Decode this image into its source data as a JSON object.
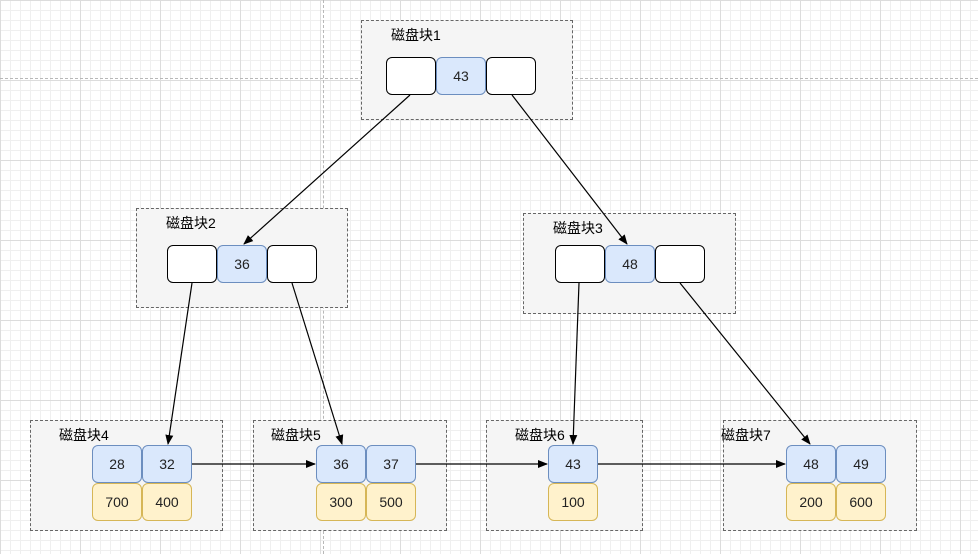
{
  "blocks": {
    "b1": {
      "label": "磁盘块1",
      "key": "43"
    },
    "b2": {
      "label": "磁盘块2",
      "key": "36"
    },
    "b3": {
      "label": "磁盘块3",
      "key": "48"
    },
    "b4": {
      "label": "磁盘块4",
      "keys": [
        "28",
        "32"
      ],
      "values": [
        "700",
        "400"
      ]
    },
    "b5": {
      "label": "磁盘块5",
      "keys": [
        "36",
        "37"
      ],
      "values": [
        "300",
        "500"
      ]
    },
    "b6": {
      "label": "磁盘块6",
      "keys": [
        "43"
      ],
      "values": [
        "100"
      ]
    },
    "b7": {
      "label": "磁盘块7",
      "keys": [
        "48",
        "49"
      ],
      "values": [
        "200",
        "600"
      ]
    }
  },
  "colors": {
    "key_fill": "#dae8fc",
    "key_border": "#6c8ebf",
    "value_fill": "#fff2cc",
    "value_border": "#d6b656",
    "block_fill": "#f5f5f5"
  }
}
